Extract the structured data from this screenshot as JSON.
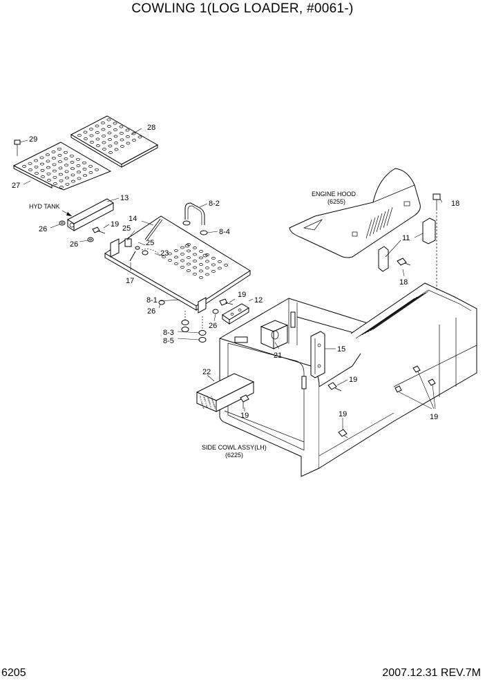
{
  "header": {
    "title": "COWLING 1(LOG LOADER, #0061-)"
  },
  "footer": {
    "page_number": "6205",
    "date_rev": "2007.12.31  REV.7M"
  },
  "callouts": {
    "c29": "29",
    "c28": "28",
    "c27": "27",
    "c13": "13",
    "c26a": "26",
    "c26b": "26",
    "c19a": "19",
    "c25a": "25",
    "c25b": "25",
    "c14": "14",
    "c17": "17",
    "c23": "23",
    "c8_2": "8-2",
    "c8_4": "8-4",
    "c8_1": "8-1",
    "c26c": "26",
    "c26d": "26",
    "c8_3": "8-3",
    "c8_5": "8-5",
    "c19b": "19",
    "c12": "12",
    "c21": "21",
    "c15": "15",
    "c22": "22",
    "c19c": "19",
    "c19d": "19",
    "c19e": "19",
    "c19f": "19",
    "c11": "11",
    "c18a": "18",
    "c18b": "18"
  },
  "notes": {
    "hyd_tank": "HYD TANK",
    "engine_hood": "ENGINE HOOD",
    "engine_hood_ref": "(6255)",
    "side_cowl": "SIDE COWL ASSY(LH)",
    "side_cowl_ref": "(6225)"
  }
}
